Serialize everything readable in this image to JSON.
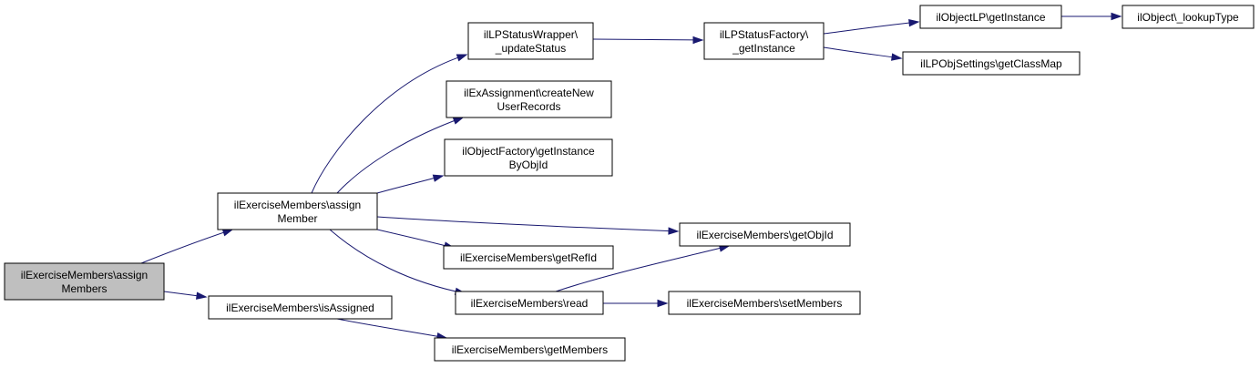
{
  "diagram": {
    "nodes": [
      {
        "id": "n0",
        "lines": [
          "ilExerciseMembers\\assign",
          "Members"
        ],
        "highlighted": true
      },
      {
        "id": "n1",
        "lines": [
          "ilExerciseMembers\\assign",
          "Member"
        ]
      },
      {
        "id": "n2",
        "lines": [
          "ilExerciseMembers\\isAssigned"
        ]
      },
      {
        "id": "n3",
        "lines": [
          "ilLPStatusWrapper\\",
          "_updateStatus"
        ]
      },
      {
        "id": "n4",
        "lines": [
          "ilExAssignment\\createNew",
          "UserRecords"
        ]
      },
      {
        "id": "n5",
        "lines": [
          "ilObjectFactory\\getInstance",
          "ByObjId"
        ]
      },
      {
        "id": "n6",
        "lines": [
          "ilExerciseMembers\\getObjId"
        ]
      },
      {
        "id": "n7",
        "lines": [
          "ilExerciseMembers\\getRefId"
        ]
      },
      {
        "id": "n8",
        "lines": [
          "ilExerciseMembers\\read"
        ]
      },
      {
        "id": "n9",
        "lines": [
          "ilExerciseMembers\\getMembers"
        ]
      },
      {
        "id": "n10",
        "lines": [
          "ilLPStatusFactory\\",
          "_getInstance"
        ]
      },
      {
        "id": "n11",
        "lines": [
          "ilObjectLP\\getInstance"
        ]
      },
      {
        "id": "n12",
        "lines": [
          "ilLPObjSettings\\getClassMap"
        ]
      },
      {
        "id": "n13",
        "lines": [
          "ilObject\\_lookupType"
        ]
      },
      {
        "id": "n14",
        "lines": [
          "ilExerciseMembers\\setMembers"
        ]
      }
    ],
    "edges": [
      {
        "from": "n0",
        "to": "n1"
      },
      {
        "from": "n0",
        "to": "n2"
      },
      {
        "from": "n1",
        "to": "n3"
      },
      {
        "from": "n1",
        "to": "n4"
      },
      {
        "from": "n1",
        "to": "n5"
      },
      {
        "from": "n1",
        "to": "n6"
      },
      {
        "from": "n1",
        "to": "n7"
      },
      {
        "from": "n1",
        "to": "n8"
      },
      {
        "from": "n2",
        "to": "n9"
      },
      {
        "from": "n3",
        "to": "n10"
      },
      {
        "from": "n10",
        "to": "n11"
      },
      {
        "from": "n10",
        "to": "n12"
      },
      {
        "from": "n11",
        "to": "n13"
      },
      {
        "from": "n8",
        "to": "n6"
      },
      {
        "from": "n8",
        "to": "n14"
      }
    ],
    "colors": {
      "edge": "#191970",
      "node_fill": "#ffffff",
      "highlight_fill": "#bfbfbf",
      "node_border": "#000000"
    }
  }
}
